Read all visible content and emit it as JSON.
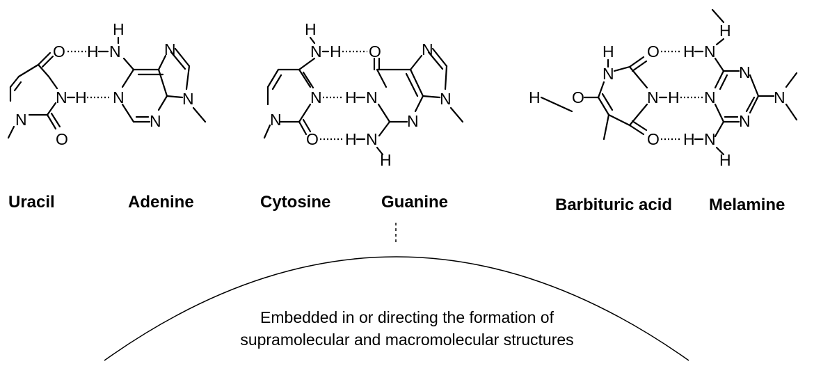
{
  "labels": {
    "uracil": "Uracil",
    "adenine": "Adenine",
    "cytosine": "Cytosine",
    "guanine": "Guanine",
    "barbituric_acid": "Barbituric acid",
    "melamine": "Melamine"
  },
  "caption": {
    "line1": "Embedded in or directing the formation of",
    "line2": "supramolecular and macromolecular structures"
  },
  "atom_symbols": {
    "oxygen": "O",
    "nitrogen": "N",
    "hydrogen": "H"
  }
}
